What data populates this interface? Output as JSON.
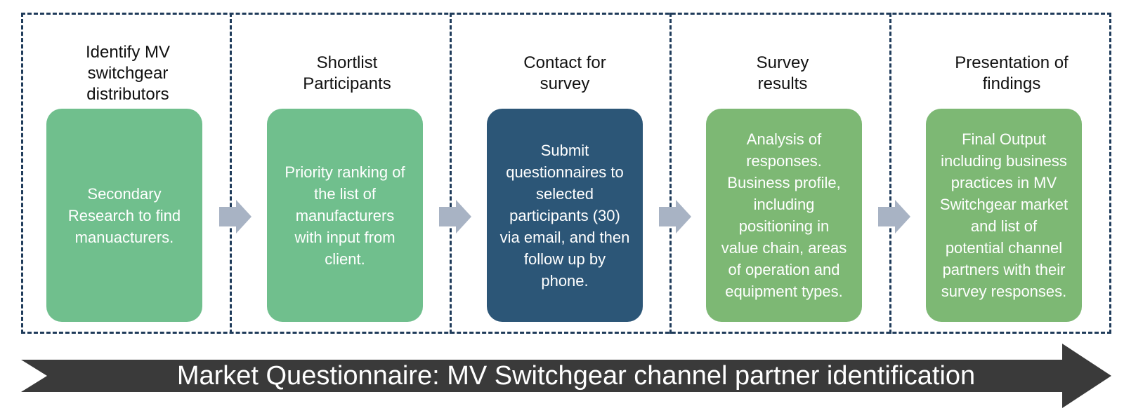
{
  "steps": [
    {
      "title": "Identify MV\nswitchgear\ndistributors",
      "body": "Secondary\nResearch to find\nmanuacturers.",
      "color": "#70bf8d"
    },
    {
      "title": "Shortlist\nParticipants",
      "body": "Priority ranking of\nthe list of\nmanufacturers\nwith input from\nclient.",
      "color": "#70bf8d"
    },
    {
      "title": "Contact for\nsurvey",
      "body": "Submit\nquestionnaires to\nselected\nparticipants (30)\nvia email, and then\nfollow up by\nphone.",
      "color": "#2c5677"
    },
    {
      "title": "Survey\nresults",
      "body": "Analysis of\nresponses.\nBusiness profile,\nincluding\npositioning in\nvalue chain, areas\nof operation and\nequipment types.",
      "color": "#7db874"
    },
    {
      "title": "Presentation of\nfindings",
      "body": "Final Output\nincluding business\npractices in MV\nSwitchgear market\nand list of\npotential channel\npartners with their\nsurvey responses.",
      "color": "#7db874"
    }
  ],
  "banner": {
    "text": "Market Questionnaire: MV Switchgear channel partner identification",
    "color": "#3a3a3a"
  },
  "colors": {
    "border": "#1f3b5a",
    "chevron": "#a8b3c4"
  }
}
